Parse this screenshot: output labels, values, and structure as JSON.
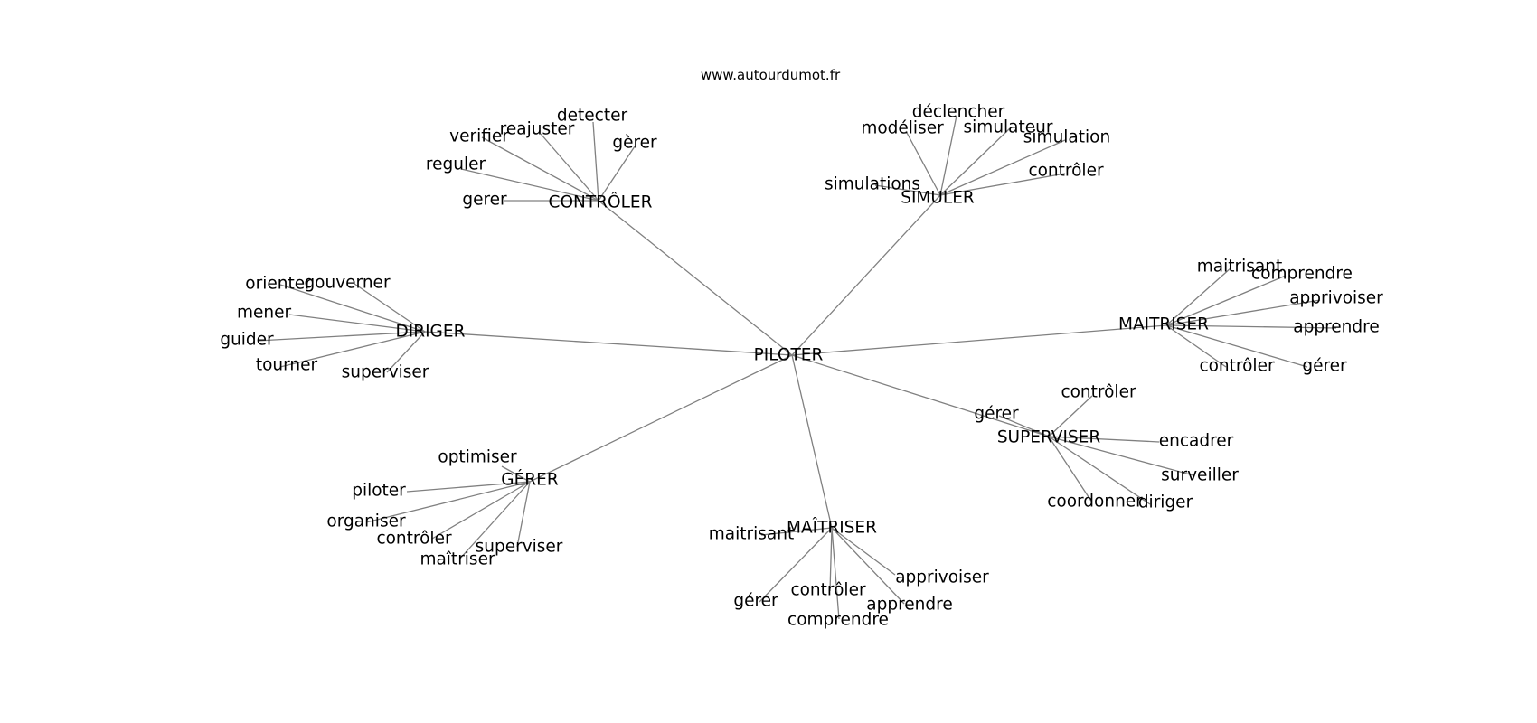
{
  "source": "www.autourdumot.fr",
  "root": "PILOTER",
  "clusters": [
    {
      "label": "CONTRÔLER",
      "leaves": [
        "detecter",
        "reajuster",
        "verifier",
        "gèrer",
        "reguler",
        "gerer"
      ]
    },
    {
      "label": "SIMULER",
      "leaves": [
        "déclencher",
        "modéliser",
        "simulateur",
        "simulation",
        "simulations",
        "contrôler"
      ]
    },
    {
      "label": "DIRIGER",
      "leaves": [
        "orienter",
        "gouverner",
        "mener",
        "guider",
        "tourner",
        "superviser"
      ]
    },
    {
      "label": "MAITRISER",
      "leaves": [
        "maitrisant",
        "comprendre",
        "apprivoiser",
        "apprendre",
        "contrôler",
        "gérer"
      ]
    },
    {
      "label": "SUPERVISER",
      "leaves": [
        "contrôler",
        "gérer",
        "encadrer",
        "surveiller",
        "coordonner",
        "diriger"
      ]
    },
    {
      "label": "GÉRER",
      "leaves": [
        "optimiser",
        "piloter",
        "organiser",
        "contrôler",
        "maîtriser",
        "superviser"
      ]
    },
    {
      "label": "MAÎTRISER",
      "leaves": [
        "maitrisant",
        "apprivoiser",
        "contrôler",
        "apprendre",
        "gérer",
        "comprendre"
      ]
    }
  ]
}
